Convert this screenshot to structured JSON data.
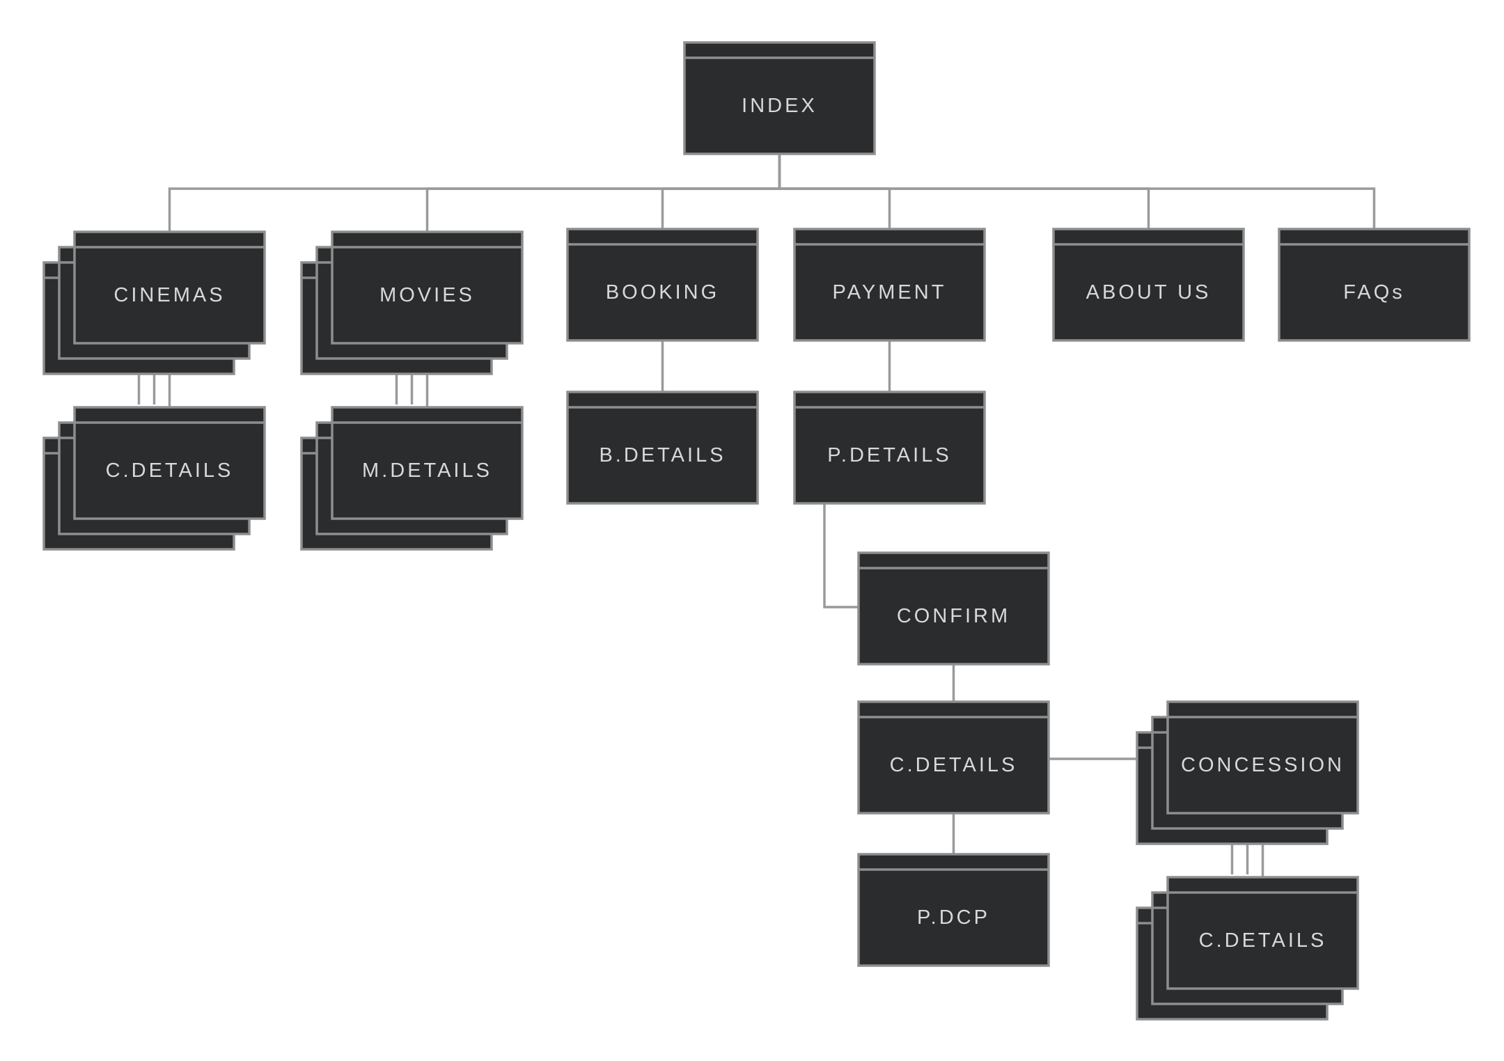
{
  "colors": {
    "page_background": "#ffffff",
    "card_fill": "#2b2c2e",
    "card_border": "#8e8e8e",
    "connector": "#9a9a9a",
    "label": "#d9d9d9"
  },
  "pages": [
    {
      "id": "index",
      "label": "INDEX",
      "stacked": false
    },
    {
      "id": "cinemas",
      "label": "CINEMAS",
      "stacked": true
    },
    {
      "id": "movies",
      "label": "MOVIES",
      "stacked": true
    },
    {
      "id": "booking",
      "label": "BOOKING",
      "stacked": false
    },
    {
      "id": "payment",
      "label": "PAYMENT",
      "stacked": false
    },
    {
      "id": "about-us",
      "label": "ABOUT US",
      "stacked": false
    },
    {
      "id": "faqs",
      "label": "FAQs",
      "stacked": false
    },
    {
      "id": "cinema-details",
      "label": "C.DETAILS",
      "stacked": true
    },
    {
      "id": "movie-details",
      "label": "M.DETAILS",
      "stacked": true
    },
    {
      "id": "booking-details",
      "label": "B.DETAILS",
      "stacked": false
    },
    {
      "id": "payment-details",
      "label": "P.DETAILS",
      "stacked": false
    },
    {
      "id": "confirm",
      "label": "CONFIRM",
      "stacked": false
    },
    {
      "id": "confirm-details",
      "label": "C.DETAILS",
      "stacked": false
    },
    {
      "id": "concession",
      "label": "CONCESSION",
      "stacked": true
    },
    {
      "id": "p-dcp",
      "label": "P.DCP",
      "stacked": false
    },
    {
      "id": "concession-details",
      "label": "C.DETAILS",
      "stacked": true
    }
  ],
  "links": [
    {
      "from": "index",
      "to": "cinemas"
    },
    {
      "from": "index",
      "to": "movies"
    },
    {
      "from": "index",
      "to": "booking"
    },
    {
      "from": "index",
      "to": "payment"
    },
    {
      "from": "index",
      "to": "about-us"
    },
    {
      "from": "index",
      "to": "faqs"
    },
    {
      "from": "cinemas",
      "to": "cinema-details"
    },
    {
      "from": "movies",
      "to": "movie-details"
    },
    {
      "from": "booking",
      "to": "booking-details"
    },
    {
      "from": "payment",
      "to": "payment-details"
    },
    {
      "from": "payment-details",
      "to": "confirm"
    },
    {
      "from": "confirm",
      "to": "confirm-details"
    },
    {
      "from": "confirm-details",
      "to": "concession"
    },
    {
      "from": "confirm-details",
      "to": "p-dcp"
    },
    {
      "from": "concession",
      "to": "concession-details"
    }
  ]
}
